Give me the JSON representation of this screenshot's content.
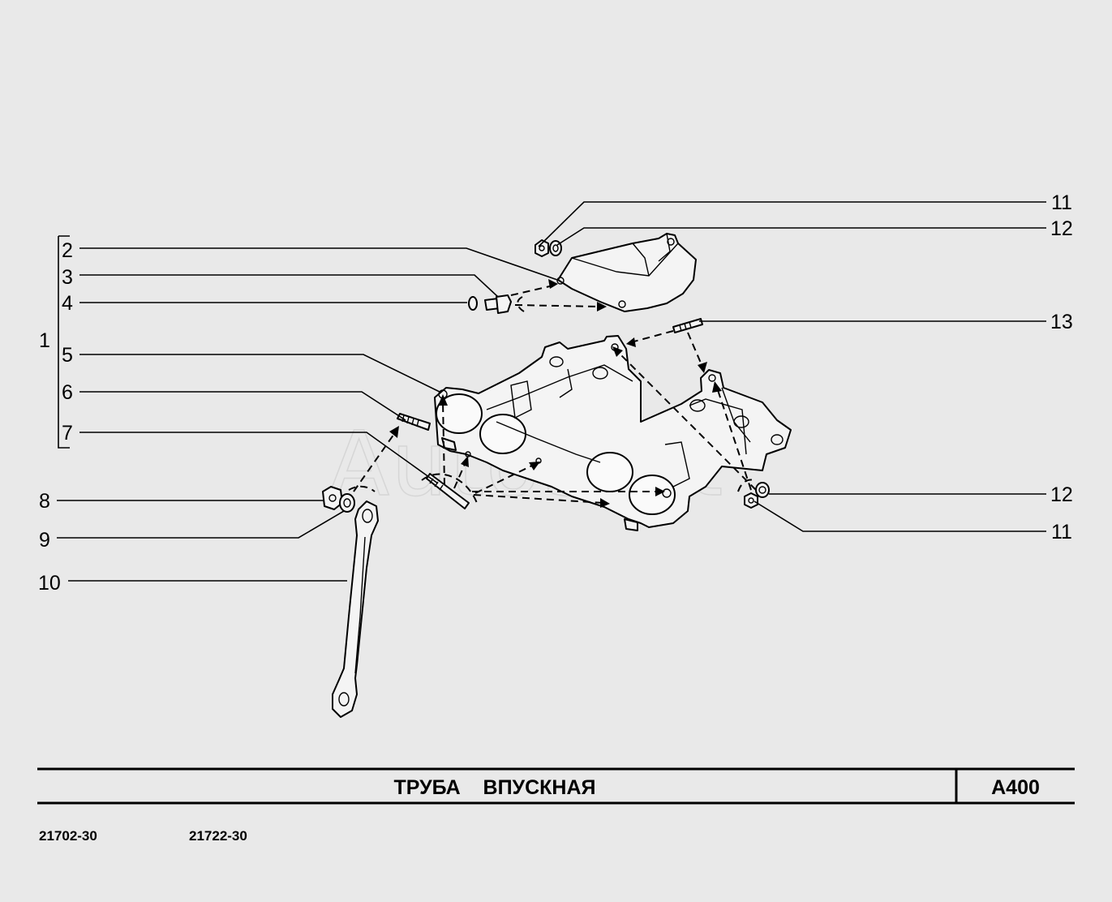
{
  "watermark": "AutoSoft",
  "callouts": {
    "c1": "1",
    "c2": "2",
    "c3": "3",
    "c4": "4",
    "c5": "5",
    "c6": "6",
    "c7": "7",
    "c8": "8",
    "c9": "9",
    "c10": "10",
    "c11_top": "11",
    "c12_top": "12",
    "c13": "13",
    "c12_bottom": "12",
    "c11_bottom": "11"
  },
  "title_block": {
    "title": "ТРУБА    ВПУСКНАЯ",
    "code": "A400"
  },
  "models": [
    "21702-30",
    "21722-30"
  ]
}
